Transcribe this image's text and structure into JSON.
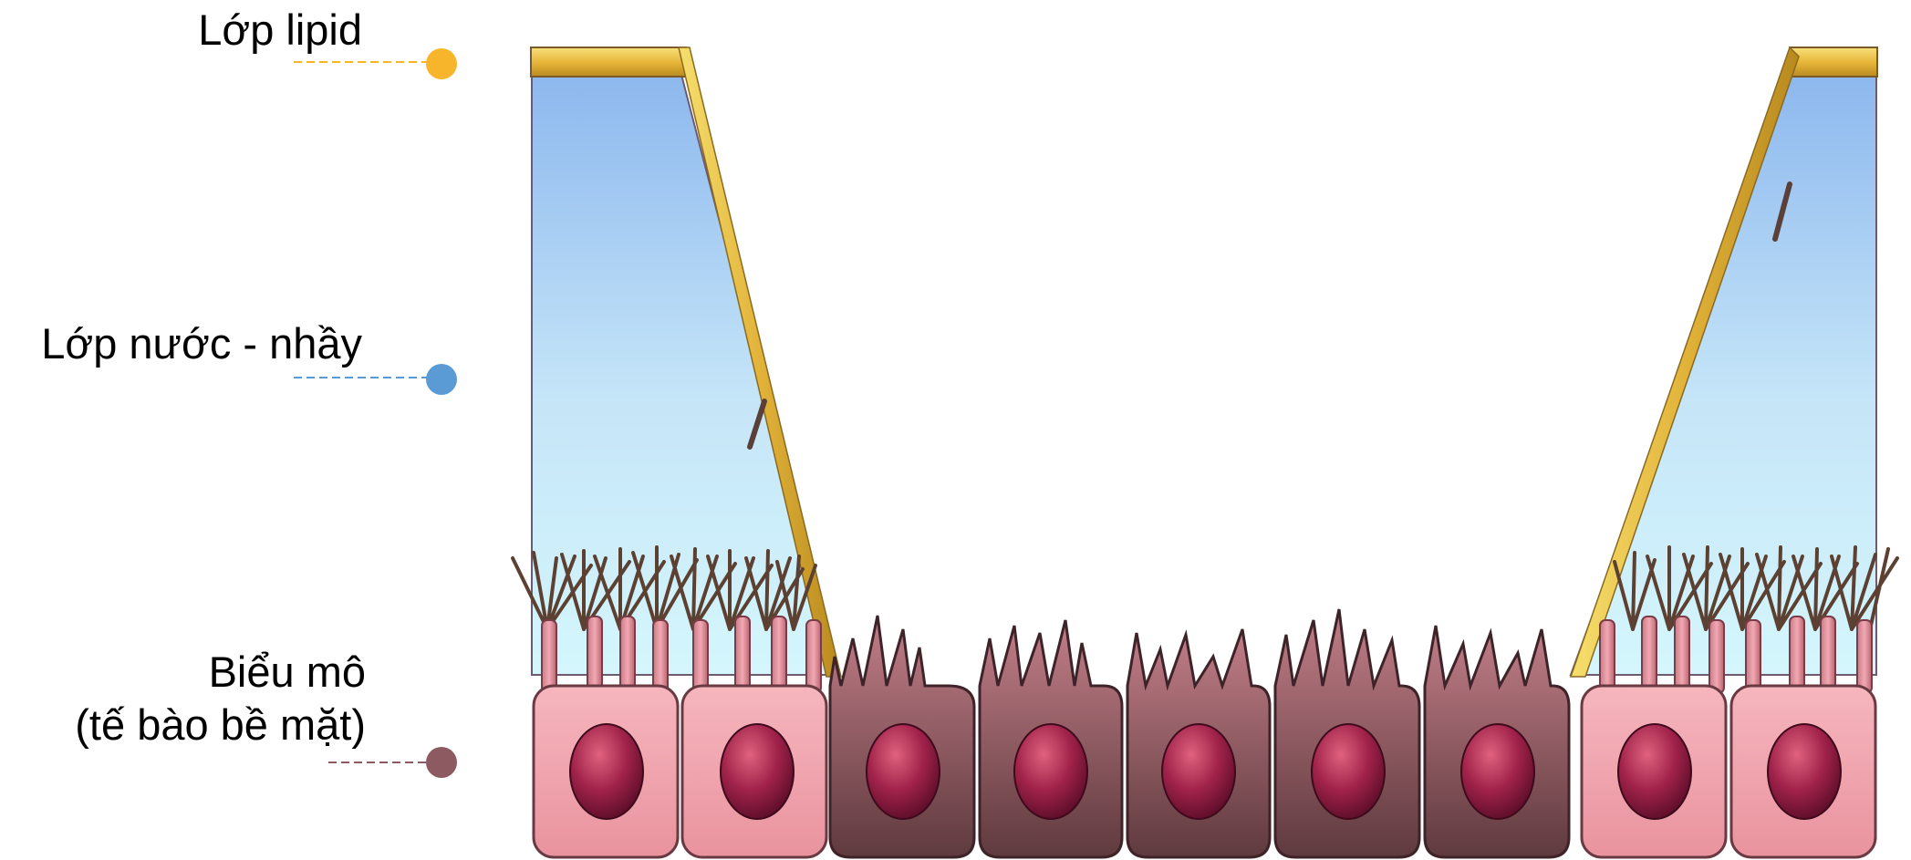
{
  "labels": {
    "lipid": "Lớp lipid",
    "mucus": "Lớp nước - nhầy",
    "epithelium_line1": "Biểu mô",
    "epithelium_line2": "(tế bào bề mặt)"
  },
  "colors": {
    "lipid": "#F7B52C",
    "mucus": "#5B9BD5",
    "epithelium": "#8C5A60"
  }
}
